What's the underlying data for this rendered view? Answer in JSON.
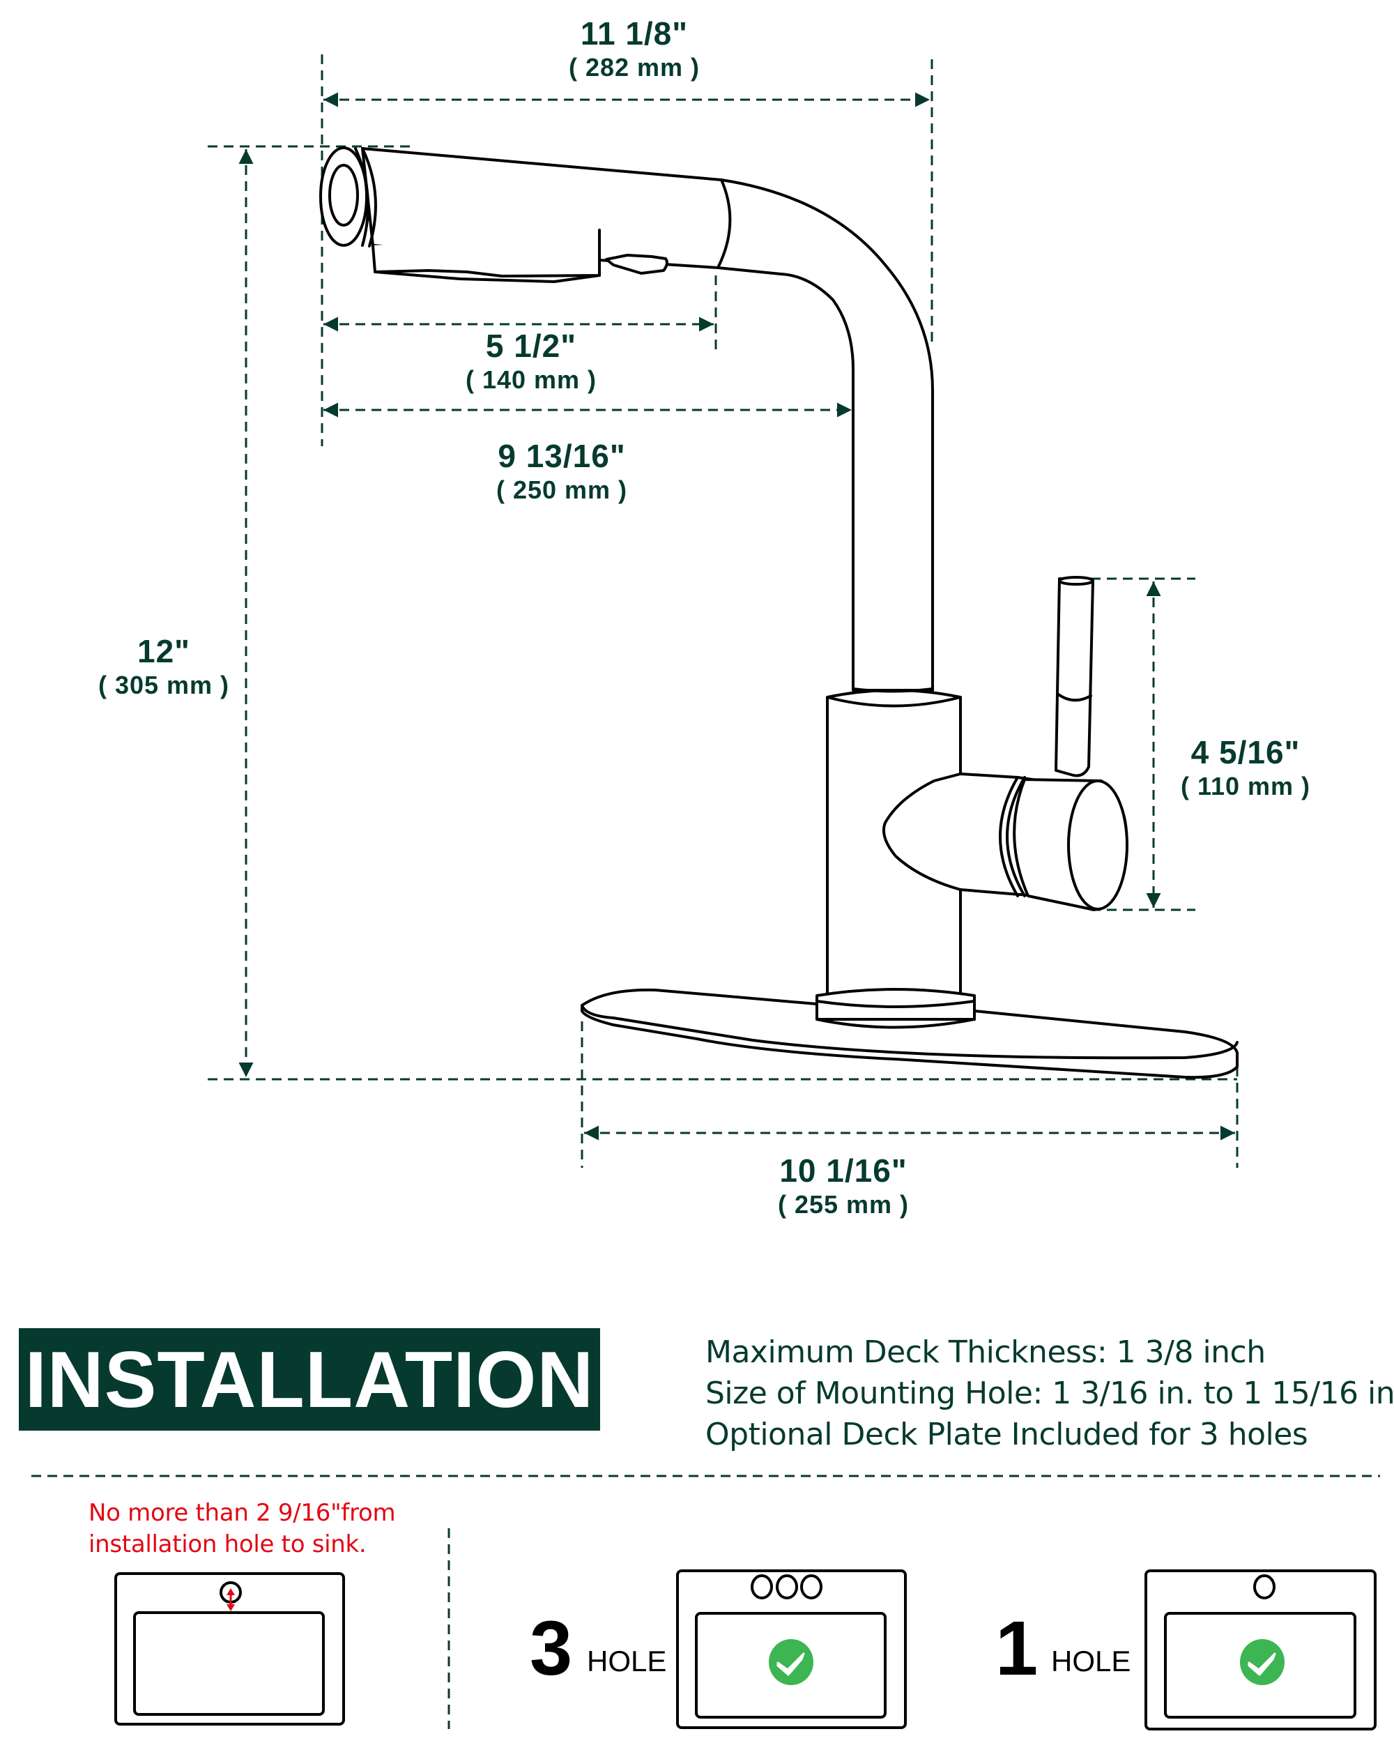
{
  "colors": {
    "accent": "#063A2E",
    "warning": "#E30613",
    "check": "#3CB552",
    "line": "#000000"
  },
  "dimensions": {
    "overall_reach": {
      "inch": "11 1/8\"",
      "mm": "( 282 mm )"
    },
    "spray_head_length": {
      "inch": "5 1/2\"",
      "mm": "( 140 mm )"
    },
    "spout_reach": {
      "inch": "9 13/16\"",
      "mm": "( 250 mm )"
    },
    "overall_height": {
      "inch": "12\"",
      "mm": "( 305 mm )"
    },
    "handle_height": {
      "inch": "4 5/16\"",
      "mm": "( 110 mm )"
    },
    "deck_plate_length": {
      "inch": "10 1/16\"",
      "mm": "( 255 mm )"
    }
  },
  "installation": {
    "banner_title": "INSTALLATION",
    "specs": [
      "Maximum Deck Thickness: 1 3/8 inch",
      "Size of Mounting Hole: 1 3/16 in. to 1 15/16 in.",
      "Optional Deck Plate Included for 3 holes"
    ],
    "warning_note": [
      "No more than 2 9/16\"from",
      "installation hole to sink."
    ],
    "options": [
      {
        "count": "3",
        "label": "HOLE",
        "icon": "check-circle-icon"
      },
      {
        "count": "1",
        "label": "HOLE",
        "icon": "check-circle-icon"
      }
    ]
  }
}
